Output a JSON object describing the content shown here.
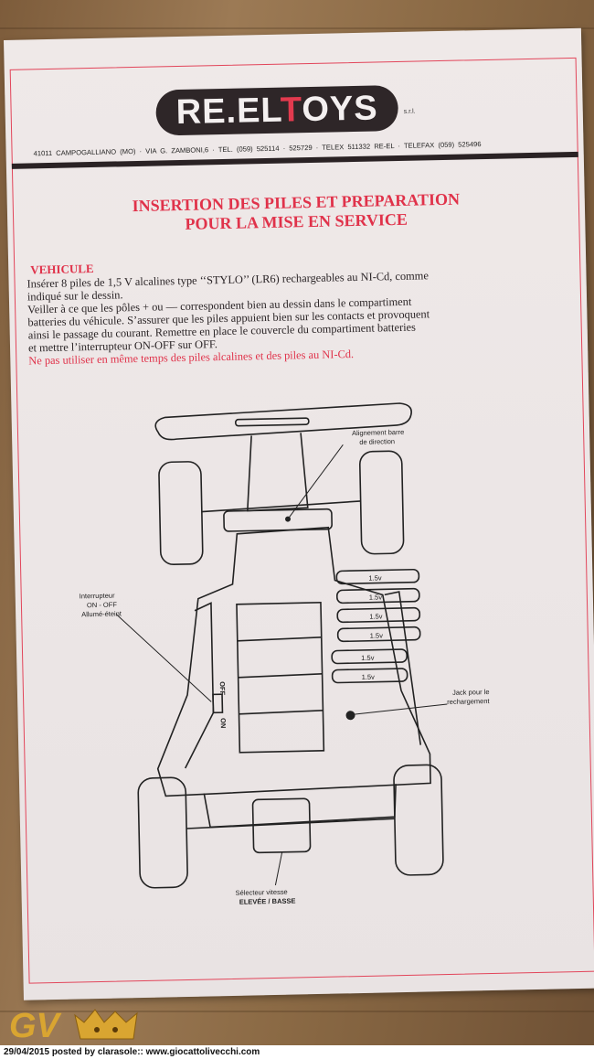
{
  "letterhead": {
    "logo": "RE.ELTOYS",
    "logo_part1": "RE.EL",
    "logo_part2": "T",
    "logo_part3": "OYS",
    "srl": "s.r.l.",
    "address": "41011 CAMPOGALLIANO (MO) · VIA G. ZAMBONI,6 · TEL. (059) 525114 · 525729 · TELEX 511332 RE-EL · TELEFAX (059) 525496"
  },
  "title": {
    "line1": "INSERTION DES PILES ET PREPARATION",
    "line2": "POUR LA MISE EN SERVICE"
  },
  "vehicle": {
    "heading": "VEHICULE",
    "lines": [
      "Insérer 8 piles de 1,5 V alcalines type ‘‘STYLO’’ (LR6) rechargeables au NI-Cd, comme",
      "indiqué sur le dessin.",
      "Veiller à ce que les pôles + ou — correspondent bien au dessin dans le compartiment",
      "batteries du véhicule. S’assurer que les piles appuient bien sur les contacts et provoquent",
      "ainsi le passage du courant. Remettre en place le couvercle du compartiment batteries",
      "et mettre l’interrupteur ON-OFF sur OFF."
    ],
    "warning": "Ne pas utiliser en même temps des piles alcalines et des piles au NI-Cd."
  },
  "diagram": {
    "label_alignment": [
      "Alignement barre",
      "de direction"
    ],
    "label_switch": [
      "Interrupteur",
      "ON - OFF",
      "Allumé-éteint"
    ],
    "label_jack": [
      "Jack pour le",
      "rechargement"
    ],
    "label_speed": [
      "Sélecteur vitesse",
      "ELEVÉE / BASSE"
    ],
    "switch_off": "OFF",
    "switch_on": "ON",
    "battery_label": "1.5v"
  },
  "watermark": {
    "logo_text": "GV"
  },
  "footer": {
    "caption": "29/04/2015 posted by clarasole:: www.giocattolivecchi.com"
  },
  "colors": {
    "accent_red": "#e0324a",
    "paper": "#ece6e6",
    "ink": "#2a2426",
    "logo_bg": "#2e2628",
    "gv_gold": "#d9a531"
  }
}
